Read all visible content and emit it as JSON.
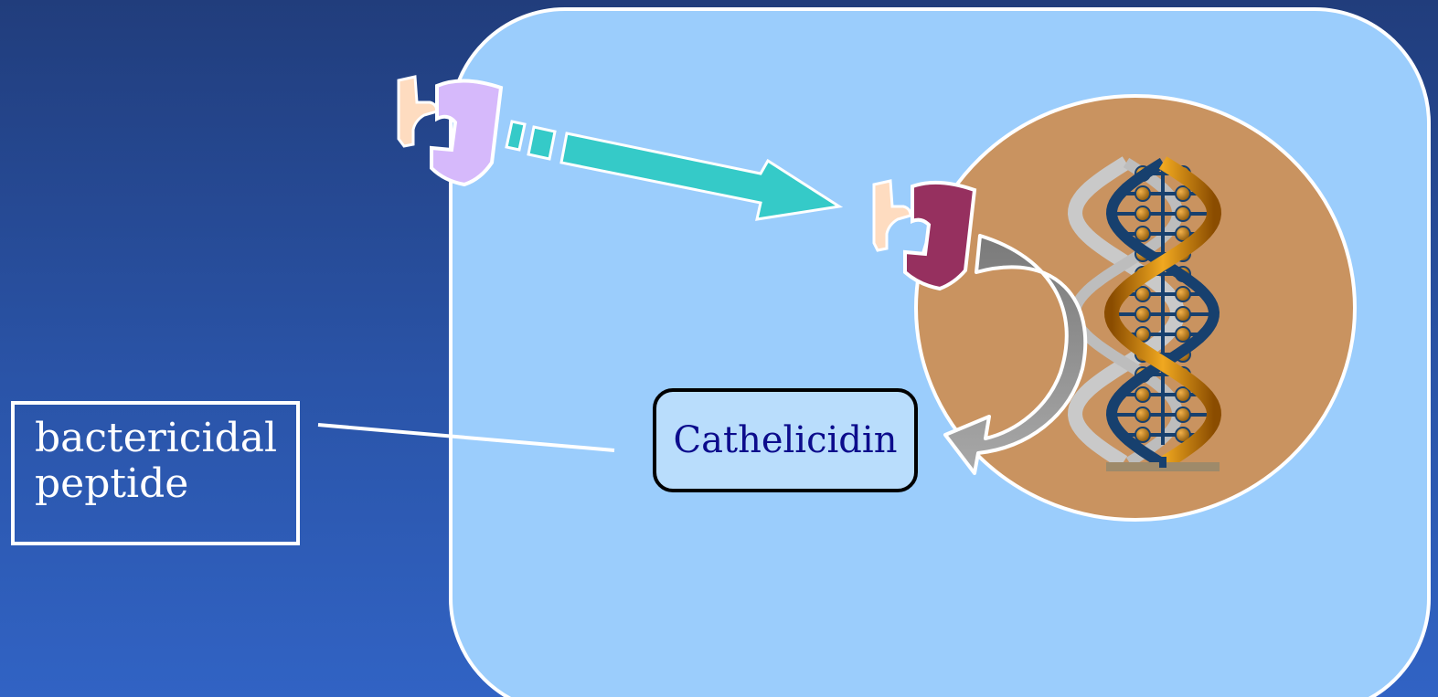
{
  "diagram": {
    "label_text": [
      "bactericidal",
      "peptide"
    ],
    "product_label": "Cathelicidin"
  },
  "colors": {
    "cell": "#9bcdfc",
    "nucleus": "#c99360",
    "receptor_outer": "#d6b9fb",
    "receptor_inner": "#96305f",
    "ligand": "#fedcc0",
    "translocation_arrow": "#35cac8",
    "feedback_arrow": "#8a8a8a",
    "dna_blue": "#17406e",
    "dna_gold": "#d58b08",
    "dna_base": "#b27819"
  }
}
